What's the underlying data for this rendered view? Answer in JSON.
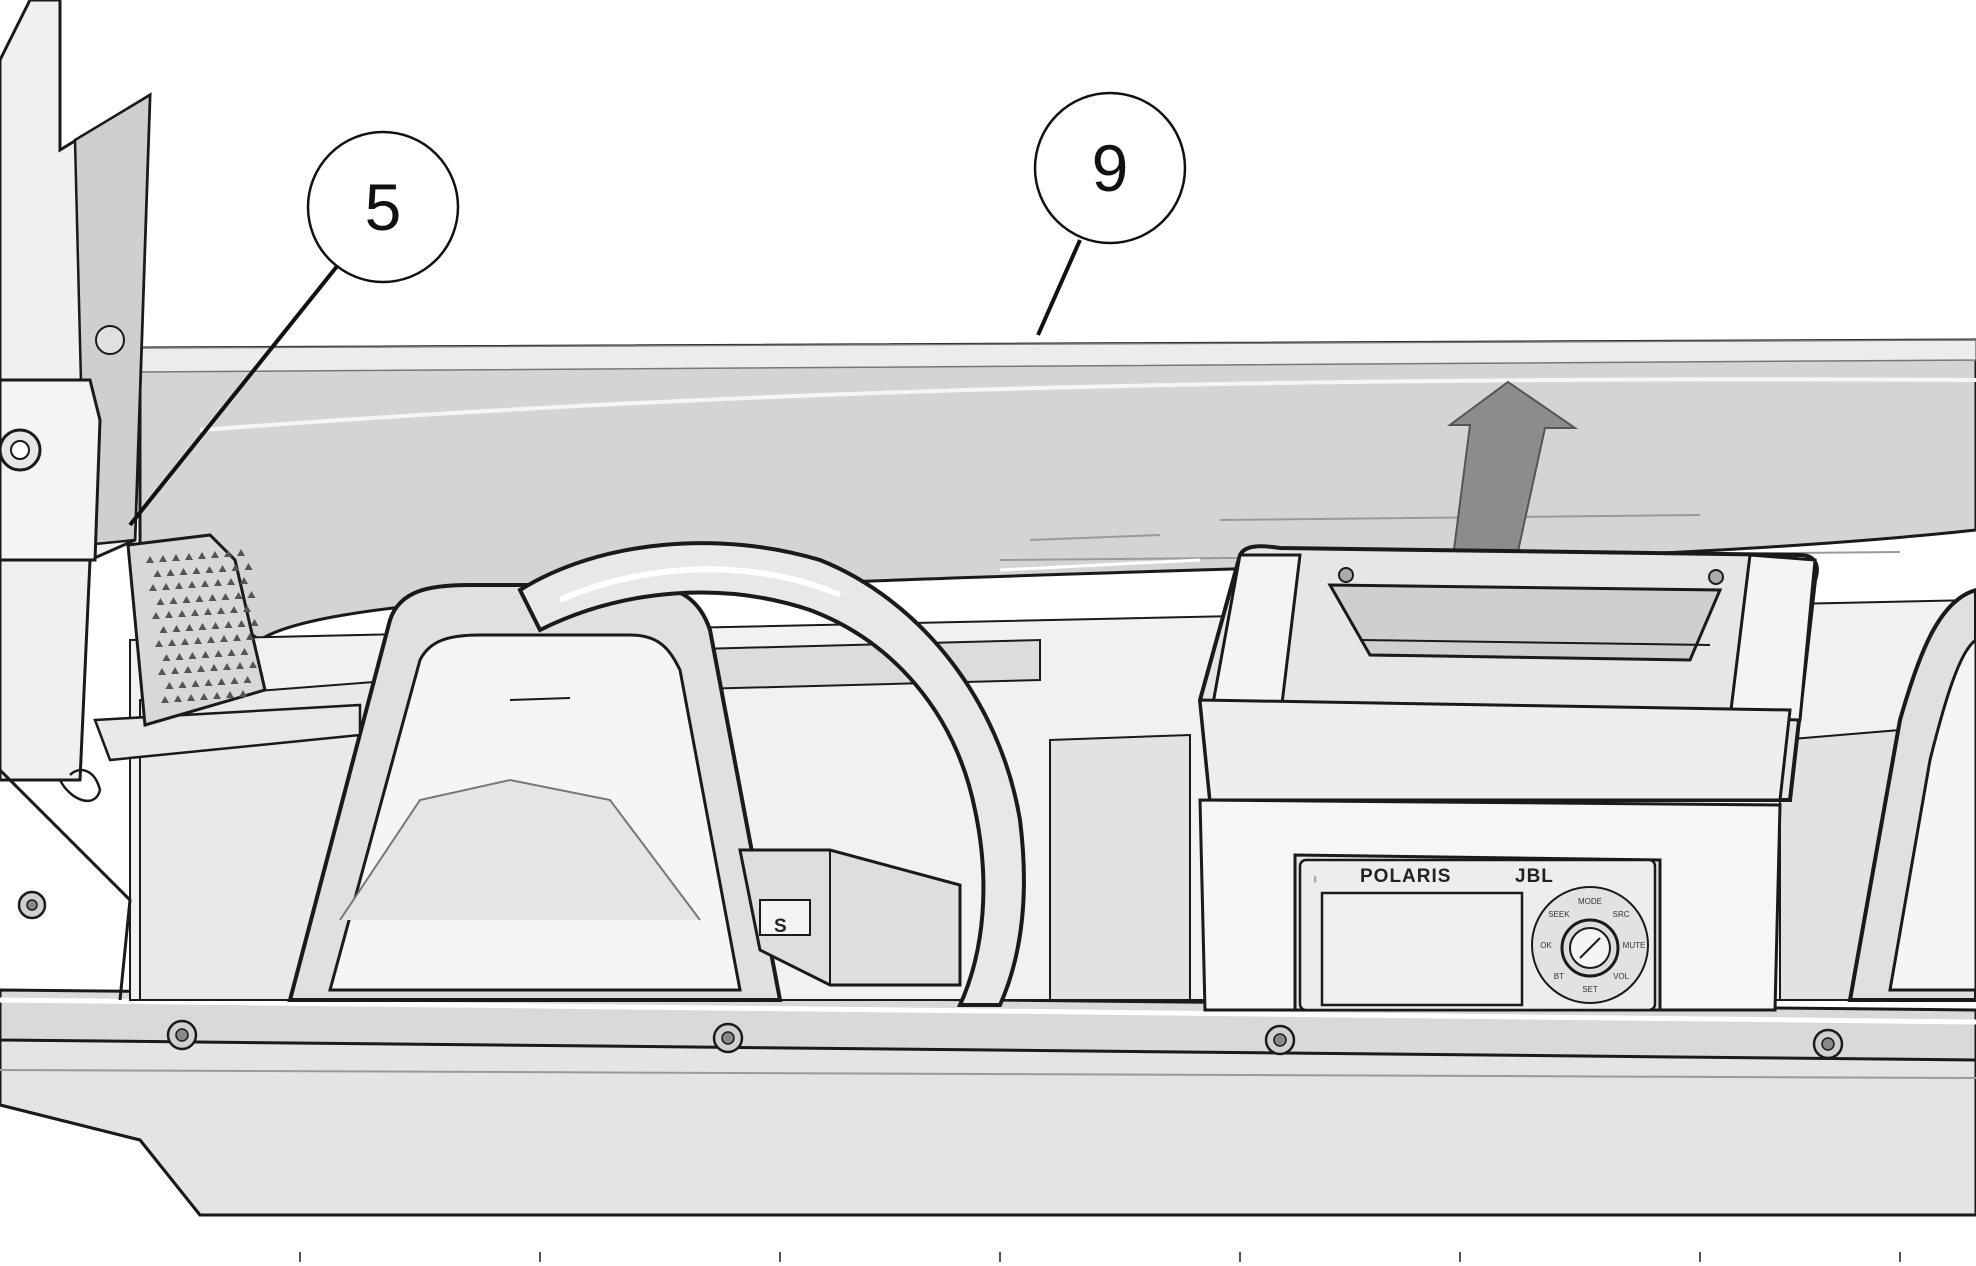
{
  "callouts": [
    {
      "id": "callout-5",
      "label": "5"
    },
    {
      "id": "callout-9",
      "label": "9"
    }
  ],
  "radio": {
    "brand": "POLARIS",
    "partner": "JBL",
    "buttons": [
      "MODE",
      "SRC",
      "MUTE",
      "VOL",
      "SET",
      "BT",
      "OK",
      "SEEK"
    ]
  },
  "steering_badge": "S",
  "colors": {
    "line": "#1a1a1a",
    "panel_light": "#e6e6e6",
    "panel_mid": "#d2d2d2",
    "panel_dark": "#bdbdbd",
    "arrow": "#8c8c8c",
    "screen": "#efefef"
  },
  "icons": [
    "up-arrow-icon",
    "speaker-grille-icon",
    "bluetooth-icon",
    "volume-knob-icon"
  ]
}
